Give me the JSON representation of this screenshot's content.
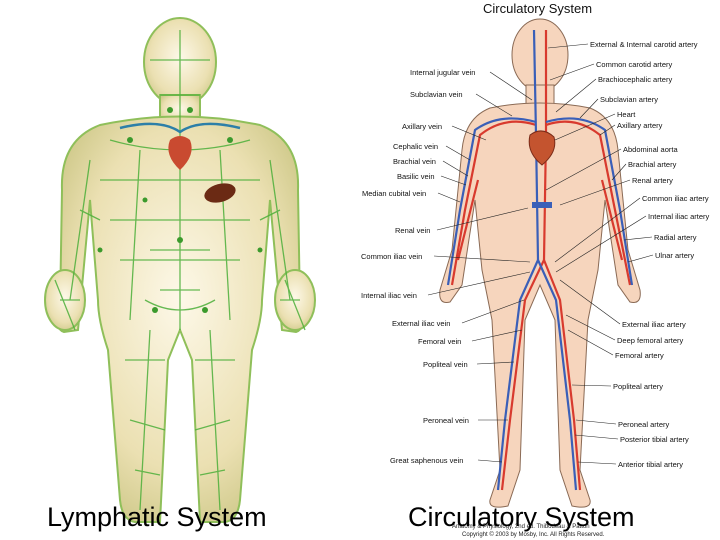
{
  "captions": {
    "left": "Lymphatic System",
    "right": "Circulatory System"
  },
  "circulatory": {
    "title": "Circulatory System",
    "right_labels": [
      "External & Internal carotid artery",
      "Common carotid artery",
      "Brachiocephalic artery",
      "Subclavian artery",
      "Heart",
      "Axillary artery",
      "Abdominal aorta",
      "Brachial artery",
      "Renal artery",
      "Common iliac artery",
      "Internal iliac artery",
      "Radial artery",
      "Ulnar artery",
      "External iliac artery",
      "Deep femoral artery",
      "Femoral artery",
      "Popliteal artery",
      "Peroneal artery",
      "Posterior tibial artery",
      "Anterior tibial artery"
    ],
    "left_labels": [
      "Internal jugular vein",
      "Subclavian vein",
      "Axillary vein",
      "Cephalic vein",
      "Brachial vein",
      "Basilic vein",
      "Median cubital vein",
      "Renal vein",
      "Common iliac vein",
      "Internal iliac vein",
      "External iliac vein",
      "Femoral vein",
      "Popliteal vein",
      "Peroneal vein",
      "Great saphenous vein"
    ],
    "copyright_1": "Anatomy & Physiology, 2nd ed. Thibodeau & Patton",
    "copyright_2": "Copyright © 2003 by Mosby, Inc. All Rights Reserved."
  },
  "colors": {
    "lymph_green": "#4caf3a",
    "body_tan": "#e8dbab",
    "artery_red": "#d83a2e",
    "vein_blue": "#3a5fb8",
    "skin": "#f6d5bd"
  }
}
